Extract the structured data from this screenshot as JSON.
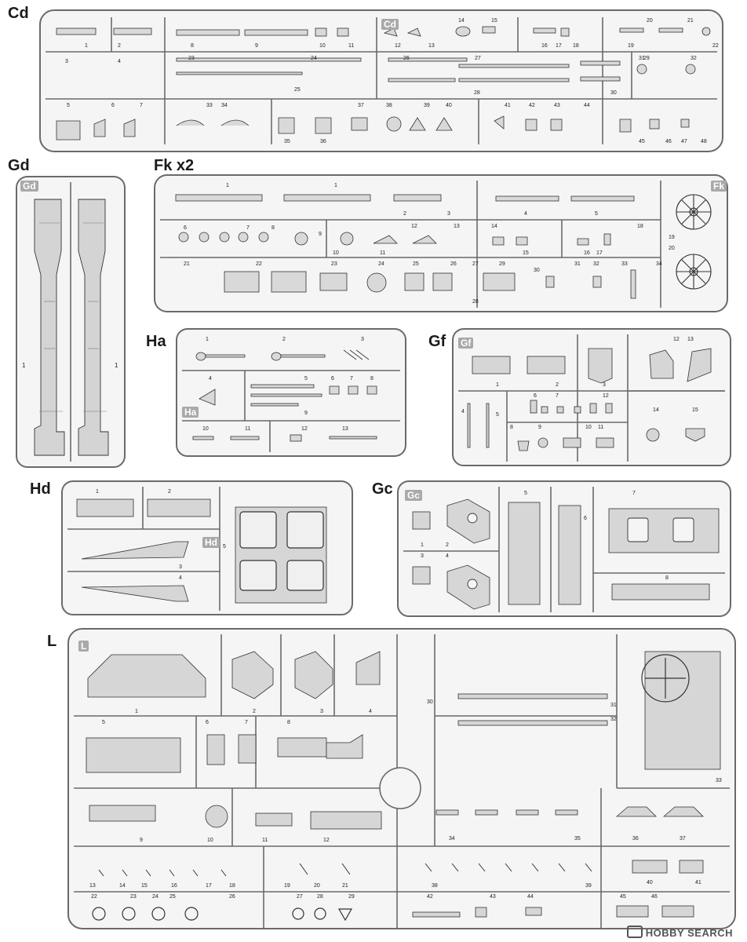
{
  "sprues": [
    {
      "id": "Cd",
      "title": "Cd",
      "tag": "Cd",
      "numbers": [
        "1",
        "2",
        "3",
        "4",
        "5",
        "6",
        "7",
        "8",
        "9",
        "10",
        "11",
        "12",
        "13",
        "14",
        "15",
        "16",
        "17",
        "18",
        "19",
        "20",
        "21",
        "22",
        "23",
        "24",
        "25",
        "26",
        "27",
        "28",
        "29",
        "30",
        "31",
        "32",
        "33",
        "34",
        "35",
        "36",
        "37",
        "38",
        "39",
        "40",
        "41",
        "42",
        "43",
        "44",
        "45",
        "46",
        "47",
        "48"
      ]
    },
    {
      "id": "Gd",
      "title": "Gd",
      "tag": "Gd",
      "numbers": [
        "1"
      ]
    },
    {
      "id": "Fk",
      "title": "Fk x2",
      "tag": "Fk",
      "numbers": [
        "1",
        "2",
        "3",
        "4",
        "5",
        "6",
        "7",
        "8",
        "9",
        "10",
        "11",
        "12",
        "13",
        "14",
        "15",
        "16",
        "17",
        "18",
        "19",
        "20",
        "21",
        "22",
        "23",
        "24",
        "25",
        "26",
        "27",
        "28",
        "29",
        "30",
        "31",
        "32",
        "33",
        "34"
      ]
    },
    {
      "id": "Ha",
      "title": "Ha",
      "tag": "Ha",
      "numbers": [
        "1",
        "2",
        "3",
        "4",
        "5",
        "6",
        "7",
        "8",
        "9",
        "10",
        "11",
        "12",
        "13"
      ]
    },
    {
      "id": "Gf",
      "title": "Gf",
      "tag": "Gf",
      "numbers": [
        "1",
        "2",
        "3",
        "4",
        "5",
        "6",
        "7",
        "8",
        "9",
        "10",
        "11",
        "12",
        "13",
        "14",
        "15"
      ]
    },
    {
      "id": "Hd",
      "title": "Hd",
      "tag": "Hd",
      "numbers": [
        "1",
        "2",
        "3",
        "4",
        "5"
      ]
    },
    {
      "id": "Gc",
      "title": "Gc",
      "tag": "Gc",
      "numbers": [
        "1",
        "2",
        "3",
        "4",
        "5",
        "6",
        "7",
        "8"
      ]
    },
    {
      "id": "L",
      "title": "L",
      "tag": "L",
      "numbers": [
        "1",
        "2",
        "3",
        "4",
        "5",
        "6",
        "7",
        "8",
        "9",
        "10",
        "11",
        "12",
        "13",
        "14",
        "15",
        "16",
        "17",
        "18",
        "19",
        "20",
        "21",
        "22",
        "23",
        "24",
        "25",
        "26",
        "27",
        "28",
        "29",
        "30",
        "31",
        "32",
        "33",
        "34",
        "35",
        "36",
        "37",
        "38",
        "39",
        "40",
        "41",
        "42",
        "43",
        "44",
        "45",
        "46"
      ]
    }
  ],
  "watermark": "HOBBY SEARCH"
}
